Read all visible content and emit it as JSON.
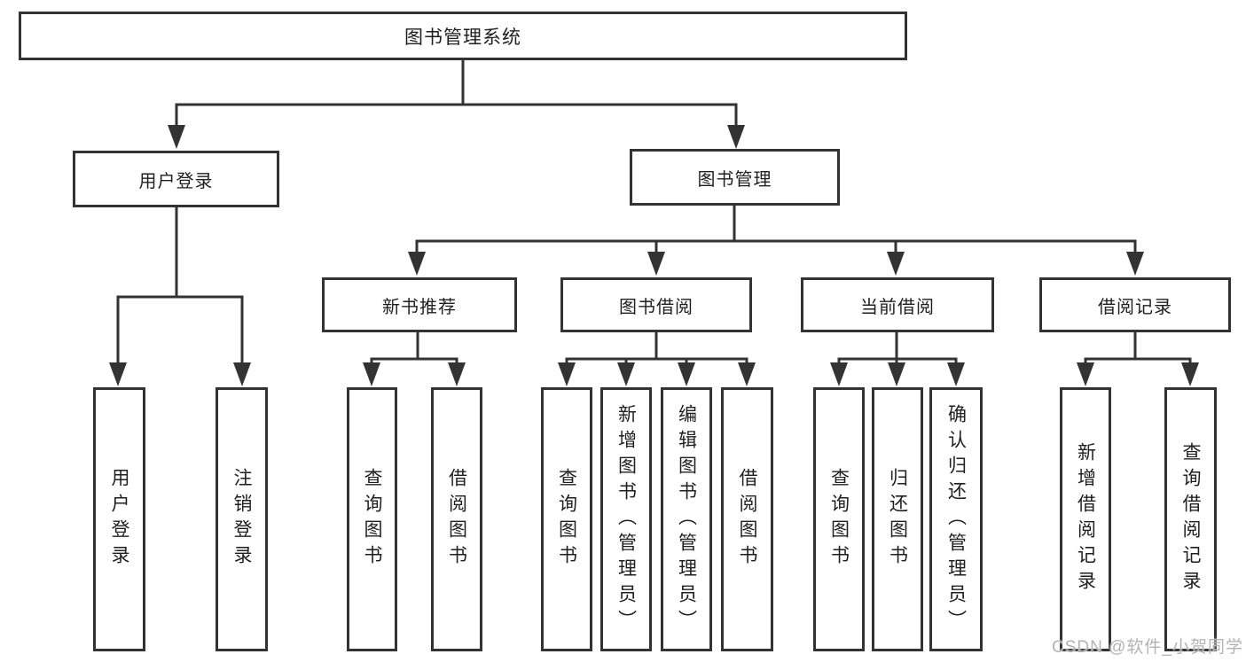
{
  "diagram_title": "图书管理系统",
  "nodes": {
    "root": "图书管理系统",
    "user_login": "用户登录",
    "book_mgmt": "图书管理",
    "new_book_rec": "新书推荐",
    "book_borrow": "图书借阅",
    "current_borrow": "当前借阅",
    "borrow_records": "借阅记录",
    "leaf_user_login": "用户登录",
    "leaf_logout": "注销登录",
    "leaf_rec_query_books": "查询图书",
    "leaf_rec_borrow_books": "借阅图书",
    "leaf_bb_query_books": "查询图书",
    "leaf_bb_add_books": "新增图书（管理员）",
    "leaf_bb_edit_books": "编辑图书（管理员）",
    "leaf_bb_borrow_books": "借阅图书",
    "leaf_cb_query_books": "查询图书",
    "leaf_cb_return_books": "归还图书",
    "leaf_cb_confirm_return": "确认归还（管理员）",
    "leaf_br_add_record": "新增借阅记录",
    "leaf_br_query_record": "查询借阅记录"
  },
  "watermark": "CSDN @软件_小贺同学",
  "colors": {
    "line": "#333333",
    "text": "#1f1f1f",
    "background": "#ffffff",
    "watermark": "#b3b3b3"
  }
}
